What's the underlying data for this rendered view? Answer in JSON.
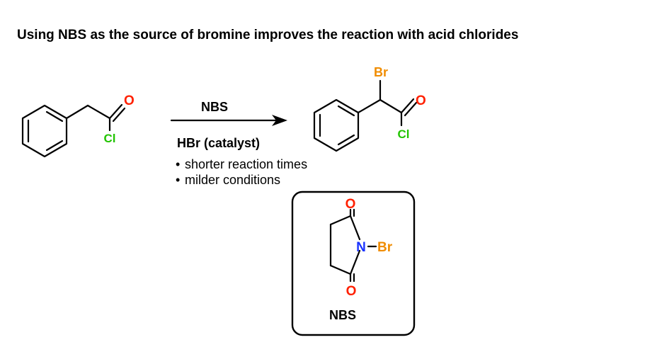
{
  "title": "Using NBS as the source of bromine improves the reaction with acid chlorides",
  "colors": {
    "bond": "#000000",
    "oxygen": "#ff2000",
    "chlorine": "#22c400",
    "bromine": "#f08c00",
    "nitrogen": "#1a33ff",
    "text": "#000000"
  },
  "starting_material": {
    "atoms": {
      "oxygen": "O",
      "chlorine": "Cl"
    }
  },
  "arrow": {
    "reagent_above": "NBS",
    "reagent_below": "HBr (catalyst)",
    "notes": [
      "shorter reaction times",
      "milder conditions"
    ],
    "bullet": "•"
  },
  "product": {
    "atoms": {
      "bromine": "Br",
      "oxygen": "O",
      "chlorine": "Cl"
    }
  },
  "nbs_box": {
    "atoms": {
      "oxygen_top": "O",
      "oxygen_bottom": "O",
      "nitrogen": "N",
      "bromine": "Br"
    },
    "label": "NBS"
  }
}
